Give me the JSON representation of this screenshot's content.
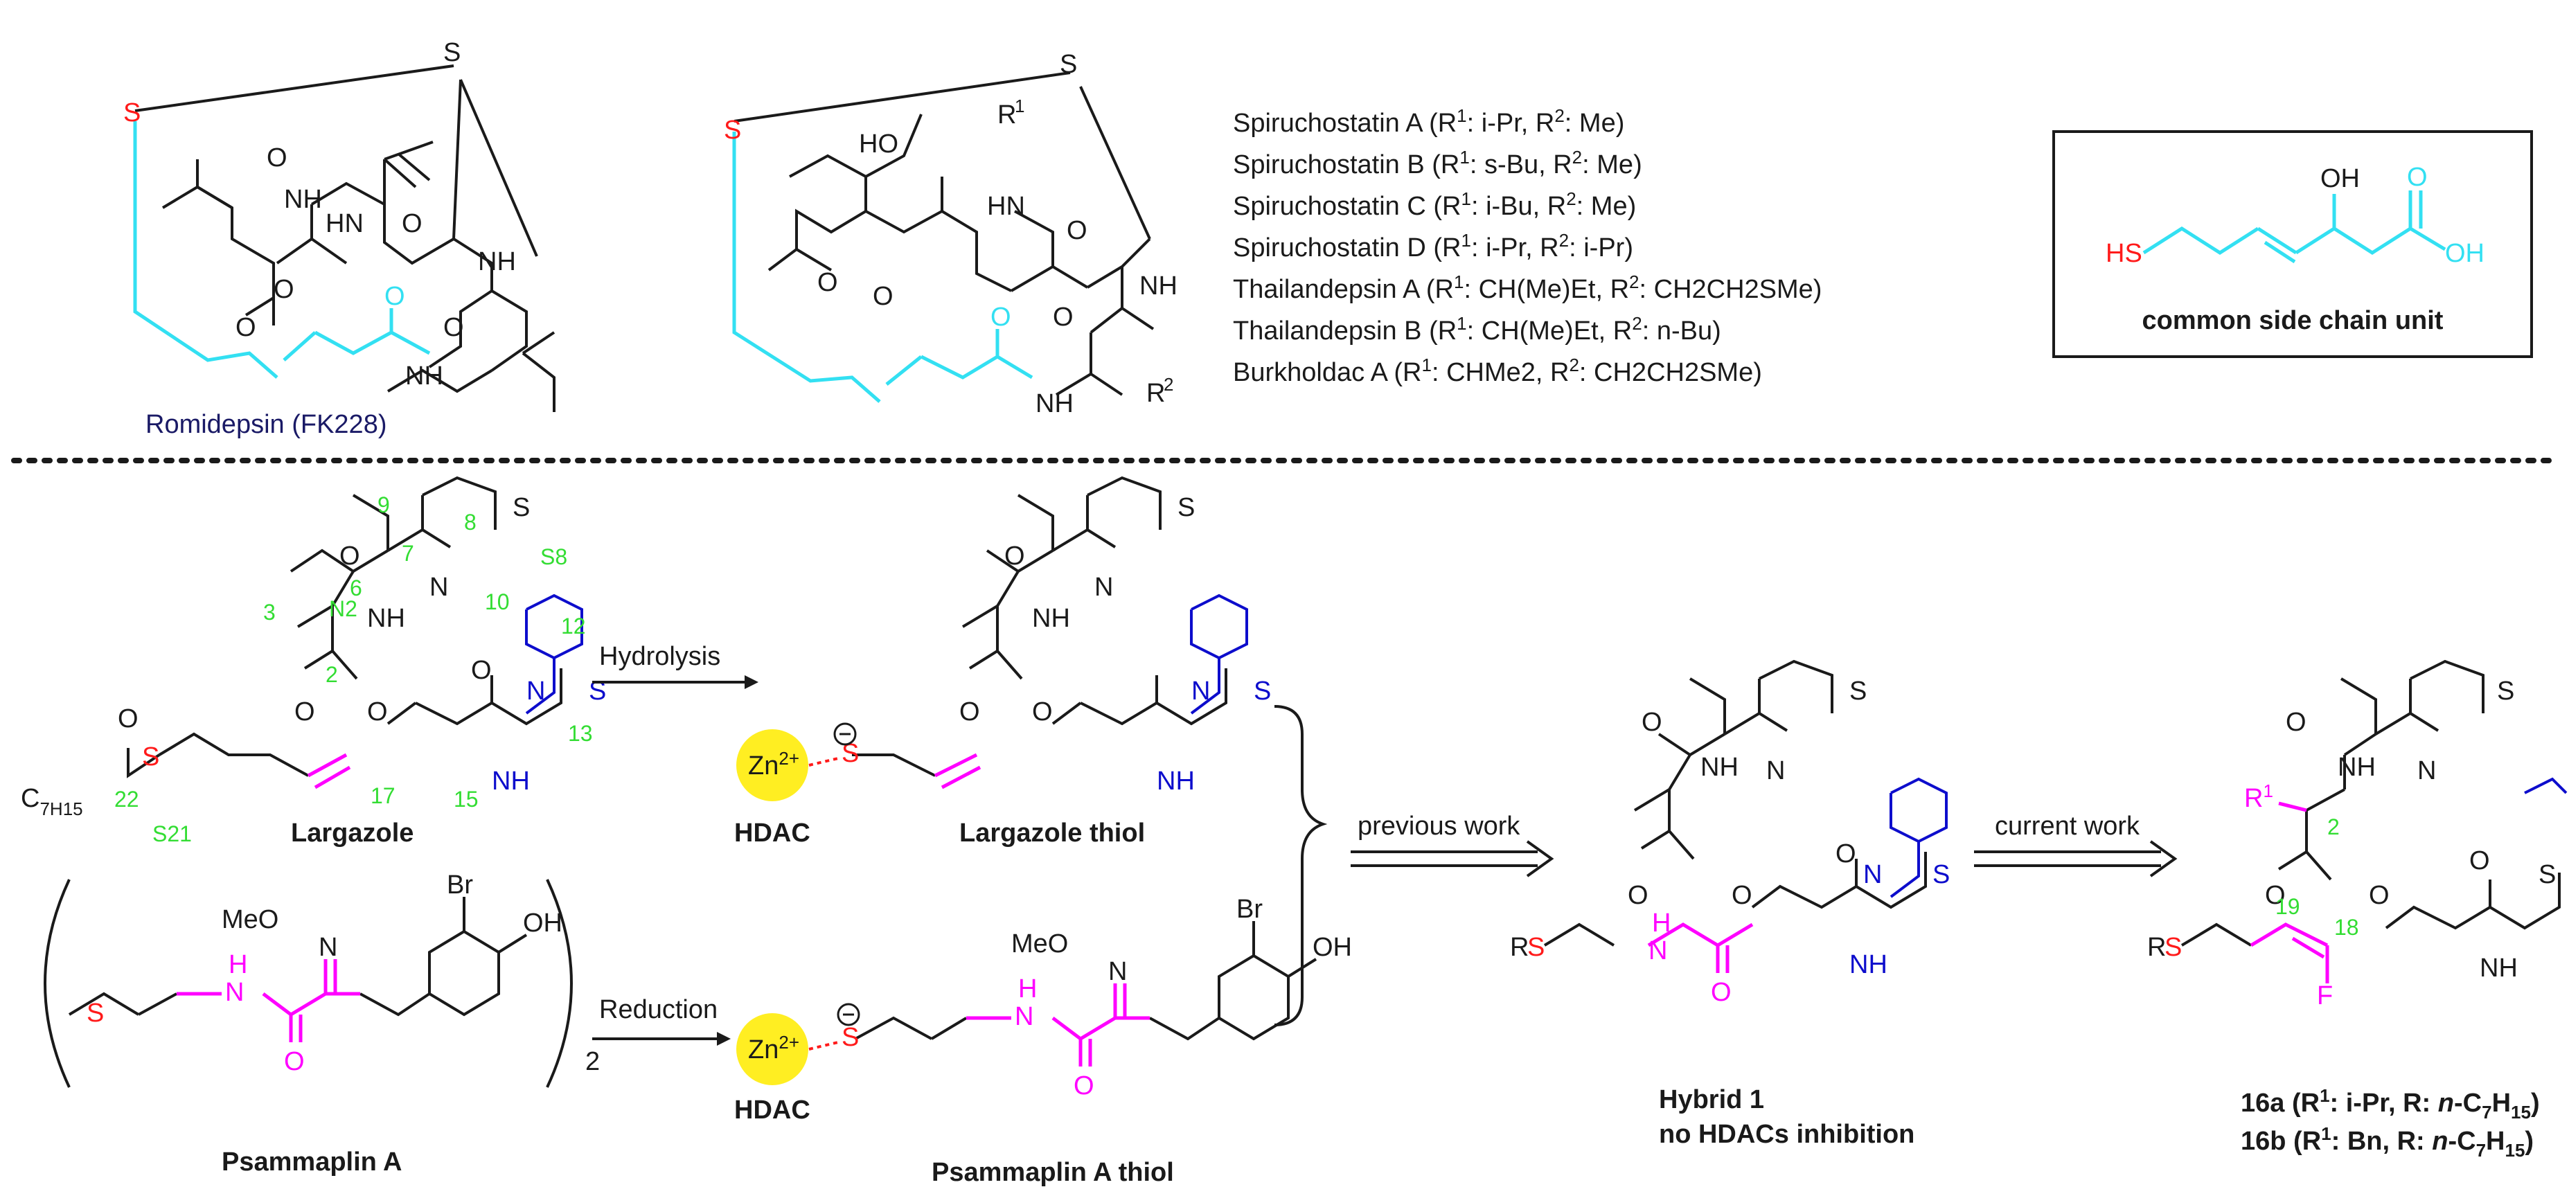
{
  "colors": {
    "black": "#1a1a1a",
    "cyan": "#33e0f2",
    "blue": "#0d0dcc",
    "red": "#ff1a1a",
    "magenta": "#ff00ff",
    "green": "#33dd33",
    "navy": "#1a1a66",
    "zinc": "#ffee22"
  },
  "atoms": {
    "S": "S",
    "O": "O",
    "HO": "HO",
    "OH": "OH",
    "HS": "HS",
    "NH": "NH",
    "HN": "HN",
    "N": "N",
    "H": "H",
    "R1": "R",
    "R2": "R",
    "sup1": "1",
    "sup2": "2",
    "MeO": "MeO",
    "Br": "Br",
    "RS": "R",
    "C7H15": "C",
    "C7H15_sub": "15",
    "C7H15_base": "7H",
    "F": "F"
  },
  "top": {
    "romidepsin_label": "Romidepsin (FK228)",
    "spiruchostatin_list": [
      {
        "name": "Spiruchostatin A",
        "r1": "i-Pr",
        "r2": "Me"
      },
      {
        "name": "Spiruchostatin B",
        "r1": "s-Bu",
        "r2": "Me"
      },
      {
        "name": "Spiruchostatin C",
        "r1": "i-Bu",
        "r2": "Me"
      },
      {
        "name": "Spiruchostatin D",
        "r1": "i-Pr",
        "r2": "i-Pr"
      },
      {
        "name": "Thailandepsin A",
        "r1": "CH(Me)Et",
        "r2": "CH2CH2SMe"
      },
      {
        "name": "Thailandepsin B",
        "r1": "CH(Me)Et",
        "r2": "n-Bu"
      },
      {
        "name": "Burkholdac A",
        "r1": "CHMe2",
        "r2": "CH2CH2SMe"
      }
    ],
    "side_chain_caption": "common side chain unit"
  },
  "bottom": {
    "largazole": "Largazole",
    "largazole_thiol": "Largazole thiol",
    "psammaplin_a": "Psammaplin A",
    "psammaplin_a_thiol": "Psammaplin A thiol",
    "hdac": "HDAC",
    "zn": "Zn",
    "zn_charge": "2+",
    "hydrolysis": "Hydrolysis",
    "reduction": "Reduction",
    "previous_work": "previous work",
    "current_work": "current work",
    "hybrid_title": "Hybrid 1",
    "hybrid_note": "no HDACs inhibition",
    "compound_16a": "16a (R",
    "compound_16a_tail": ": i-Pr, R: ",
    "compound_16b": "16b (R",
    "compound_16b_tail": ": Bn, R: ",
    "n_prefix": "n",
    "c7h15": "-C",
    "c7h15_tail": ")",
    "dimer_subscript": "2",
    "numbering": [
      "9",
      "8",
      "7",
      "6",
      "3",
      "N2",
      "S8",
      "10",
      "12",
      "2",
      "13",
      "22",
      "S21",
      "17",
      "15",
      "19",
      "18",
      "2"
    ]
  }
}
